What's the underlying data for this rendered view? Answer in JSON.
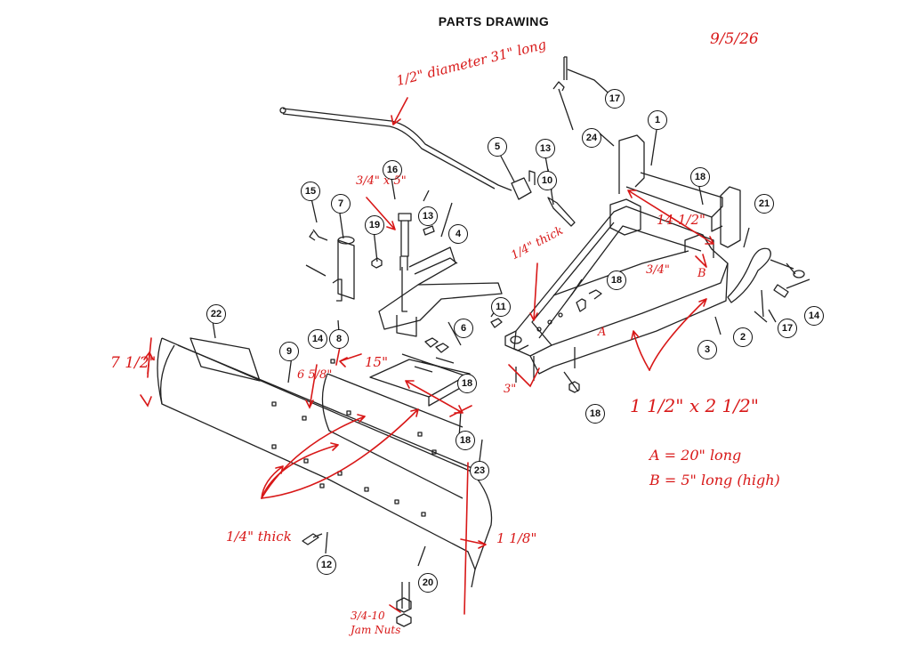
{
  "header": {
    "title": "PARTS DRAWING",
    "date": "9/5/26"
  },
  "callouts": [
    "1",
    "2",
    "3",
    "4",
    "5",
    "6",
    "7",
    "8",
    "9",
    "10",
    "11",
    "12",
    "13",
    "13",
    "14",
    "14",
    "15",
    "16",
    "17",
    "17",
    "18",
    "18",
    "18",
    "18",
    "18",
    "19",
    "20",
    "21",
    "22",
    "23",
    "24"
  ],
  "annotations": {
    "rod": "1/2\" diameter 31\" long",
    "bolt": "3/4\" x 5\"",
    "frame_thick": "1/4\" thick",
    "width_1412": "14 1/2\"",
    "three_quarter": "3/4\"",
    "b_label": "B",
    "a_label": "A",
    "tube": "1 1/2\" x 2 1/2\"",
    "three_inch": "3\"",
    "blade_height": "7 1/2\"",
    "blade_668": "6 5/8\"",
    "fifteen": "15\"",
    "blade_thick": "1/4\" thick",
    "edge": "1 1/8\"",
    "jam": "3/4-10\nJam Nuts",
    "a_def": "A = 20\" long",
    "b_def": "B = 5\" long (high)"
  }
}
